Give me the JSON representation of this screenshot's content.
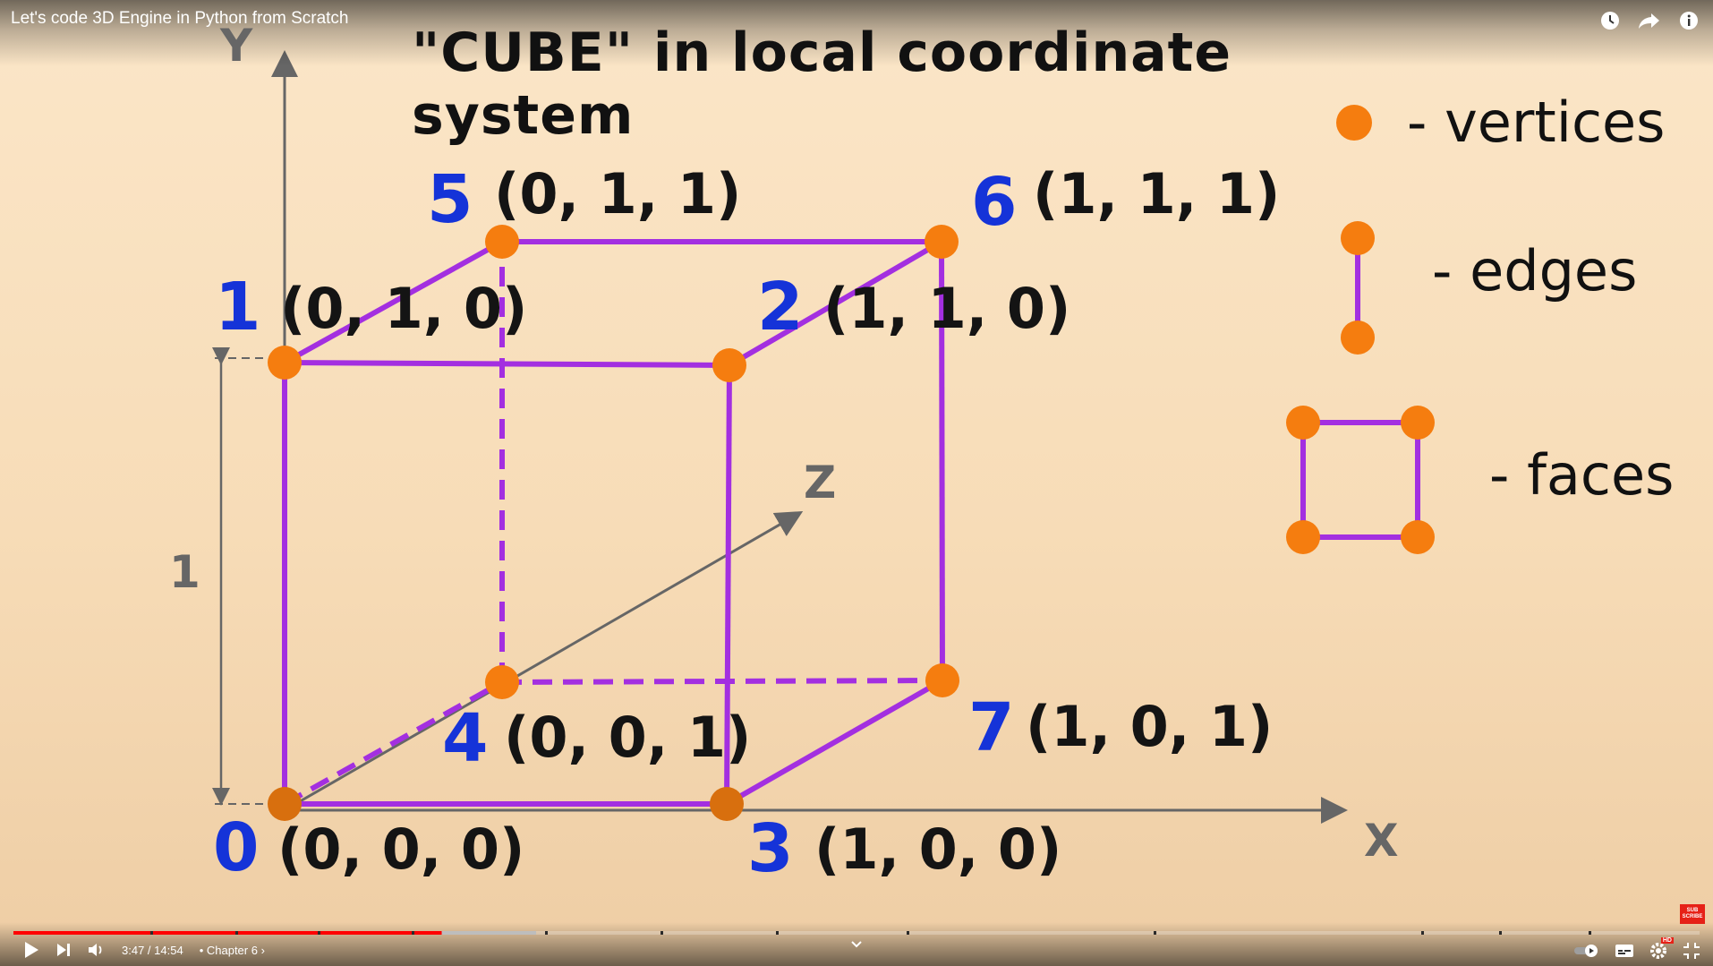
{
  "player": {
    "video_title": "Let's code 3D Engine in Python from Scratch",
    "time_current": "3:47",
    "time_total": "14:54",
    "time_separator": " / ",
    "chapter": "• Chapter 6",
    "chapter_chevron": "›",
    "progress_played_fraction": 0.254,
    "progress_buffered_fraction": 0.31,
    "subscribe_badge": "SUB\nSCRIBE",
    "hd_badge": "HD",
    "colors": {
      "accent": "#ff0000",
      "buffered": "#bdbdbd"
    },
    "icons": [
      "watch-later-icon",
      "share-icon",
      "info-icon",
      "play-icon",
      "next-icon",
      "volume-icon",
      "chevron-down-icon",
      "autoplay-toggle-icon",
      "subtitles-icon",
      "settings-icon",
      "exit-fullscreen-icon"
    ]
  },
  "slide": {
    "title": "\"CUBE\" in local coordinate system",
    "axis_y": "Y",
    "axis_x": "X",
    "axis_z": "Z",
    "dimension_label": "1",
    "vertices": [
      {
        "index": "0",
        "coord": "(0, 0, 0)"
      },
      {
        "index": "1",
        "coord": "(0, 1, 0)"
      },
      {
        "index": "2",
        "coord": "(1, 1, 0)"
      },
      {
        "index": "3",
        "coord": "(1, 0, 0)"
      },
      {
        "index": "4",
        "coord": "(0, 0, 1)"
      },
      {
        "index": "5",
        "coord": "(0, 1, 1)"
      },
      {
        "index": "6",
        "coord": "(1, 1, 1)"
      },
      {
        "index": "7",
        "coord": "(1, 0, 1)"
      }
    ],
    "legend": {
      "vertices": "- vertices",
      "edges": "- edges",
      "faces": "- faces"
    },
    "colors": {
      "edge": "#a32fe0",
      "vertex": "#f57d0f",
      "index_label": "#1533d8",
      "axis": "#666666"
    }
  }
}
